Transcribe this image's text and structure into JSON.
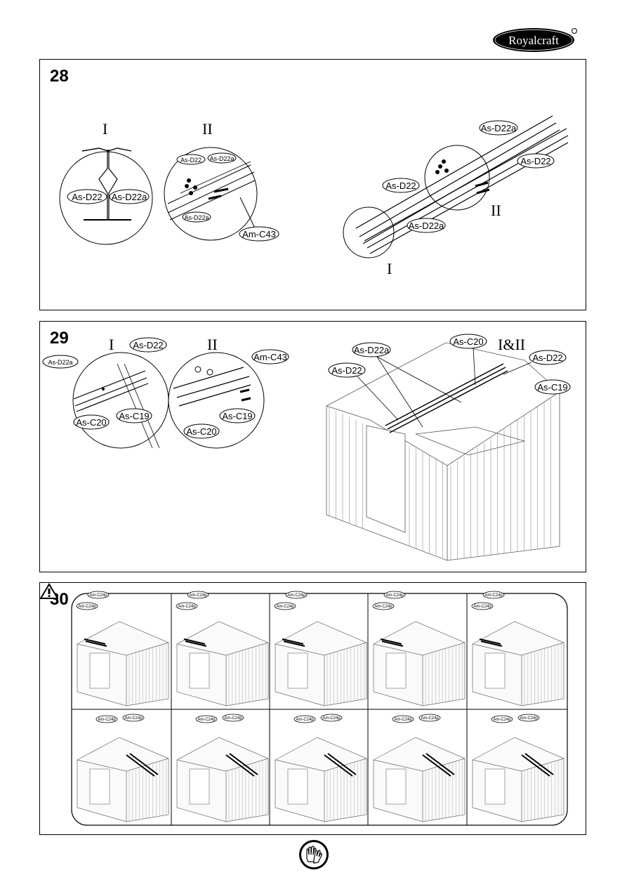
{
  "brand": {
    "logo_text": "Royalcraft",
    "registered_mark": "®"
  },
  "steps": [
    {
      "number": "28",
      "details": [
        {
          "roman": "I",
          "labels": [
            "As-D22",
            "As-D22a"
          ]
        },
        {
          "roman": "II",
          "labels": [
            "As-D22",
            "As-D22a",
            "As-D22a",
            "Am-C43"
          ]
        }
      ],
      "main_labels": [
        "As-D22a",
        "As-D22",
        "As-D22",
        "As-D22a"
      ],
      "main_romans": [
        "II",
        "I"
      ]
    },
    {
      "number": "29",
      "details": [
        {
          "roman": "I",
          "labels": [
            "As-D22a",
            "As-D22",
            "As-C19",
            "As-C20"
          ]
        },
        {
          "roman": "II",
          "labels": [
            "Am-C43",
            "As-C19",
            "As-C20"
          ]
        }
      ],
      "main_labels": [
        "As-D22a",
        "As-C20",
        "As-D22",
        "As-D22",
        "As-C19"
      ],
      "main_roman": "I&II"
    },
    {
      "number": "30",
      "thumb_labels": [
        "Am-C24p",
        "Am-C24p"
      ]
    }
  ],
  "colors": {
    "ink": "#000000",
    "panel_border": "#000000",
    "shed_stroke": "#555555"
  }
}
